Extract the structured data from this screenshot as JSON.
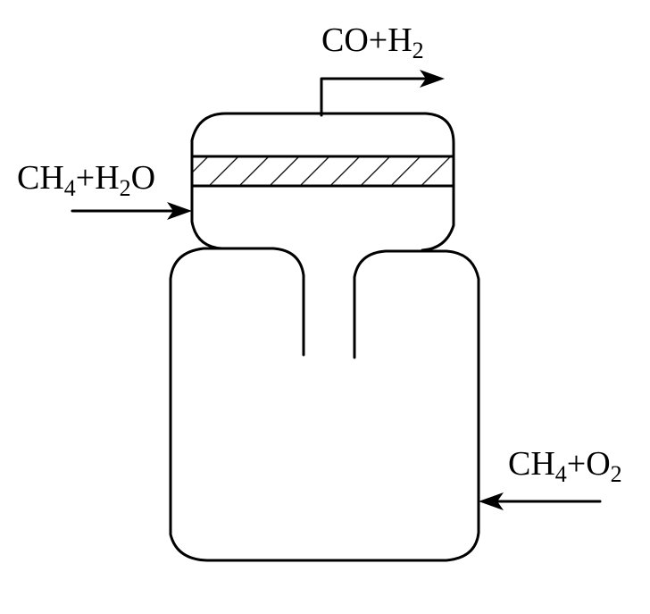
{
  "labels": {
    "product": {
      "p1": "CO+H",
      "s1": "2"
    },
    "feed_top": {
      "p1": "CH",
      "s1": "4",
      "p2": "+H",
      "s2": "2",
      "p3": "O"
    },
    "feed_bottom": {
      "p1": "CH",
      "s1": "4",
      "p2": "+O",
      "s2": "2"
    }
  },
  "colors": {
    "stroke": "#000000",
    "background": "#ffffff"
  }
}
